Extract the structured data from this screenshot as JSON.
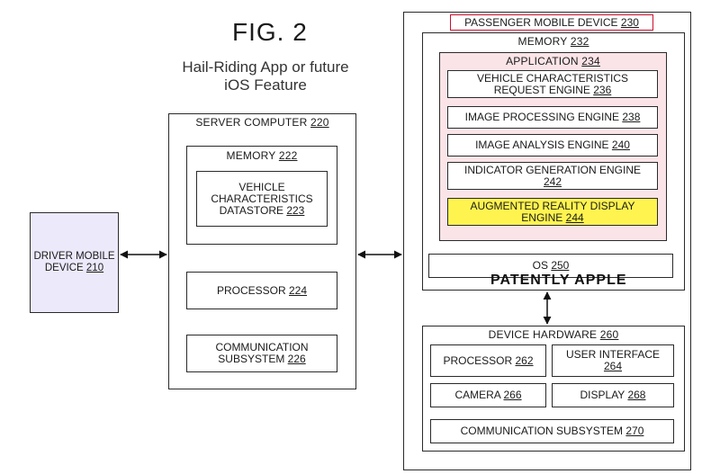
{
  "figure": {
    "title": "FIG. 2",
    "subtitle_line1": "Hail-Riding App or future",
    "subtitle_line2": "iOS Feature"
  },
  "driver": {
    "line1": "DRIVER MOBILE",
    "line2": "DEVICE",
    "num": "210"
  },
  "server": {
    "title": "SERVER COMPUTER",
    "num": "220",
    "memory": {
      "title": "MEMORY",
      "num": "222"
    },
    "datastore": {
      "line1": "VEHICLE",
      "line2": "CHARACTERISTICS",
      "line3": "DATASTORE",
      "num": "223"
    },
    "processor": {
      "label": "PROCESSOR",
      "num": "224"
    },
    "comm": {
      "line1": "COMMUNICATION",
      "line2": "SUBSYSTEM",
      "num": "226"
    }
  },
  "passenger": {
    "title": "PASSENGER MOBILE DEVICE",
    "num": "230",
    "title_border_color": "#c8102e",
    "memory": {
      "title": "MEMORY",
      "num": "232"
    },
    "application": {
      "title": "APPLICATION",
      "num": "234",
      "bg_color": "#fbe4e8"
    },
    "vcr_engine": {
      "line1": "VEHICLE CHARACTERISTICS",
      "line2": "REQUEST ENGINE",
      "num": "236"
    },
    "img_proc": {
      "label": "IMAGE PROCESSING ENGINE",
      "num": "238"
    },
    "img_anal": {
      "label": "IMAGE ANALYSIS ENGINE",
      "num": "240"
    },
    "indicator": {
      "line1": "INDICATOR GENERATION ENGINE",
      "num": "242"
    },
    "ar_display": {
      "line1": "AUGMENTED REALITY DISPLAY",
      "line2": "ENGINE",
      "num": "244",
      "bg_color": "#fff44f"
    },
    "os": {
      "label": "OS",
      "num": "250"
    },
    "watermark": "PATENTLY APPLE",
    "hardware": {
      "title": "DEVICE HARDWARE",
      "num": "260"
    },
    "processor": {
      "label": "PROCESSOR",
      "num": "262"
    },
    "ui": {
      "line1": "USER INTERFACE",
      "num": "264"
    },
    "camera": {
      "label": "CAMERA",
      "num": "266"
    },
    "display": {
      "label": "DISPLAY",
      "num": "268"
    },
    "comm": {
      "label": "COMMUNICATION SUBSYSTEM",
      "num": "270"
    }
  }
}
